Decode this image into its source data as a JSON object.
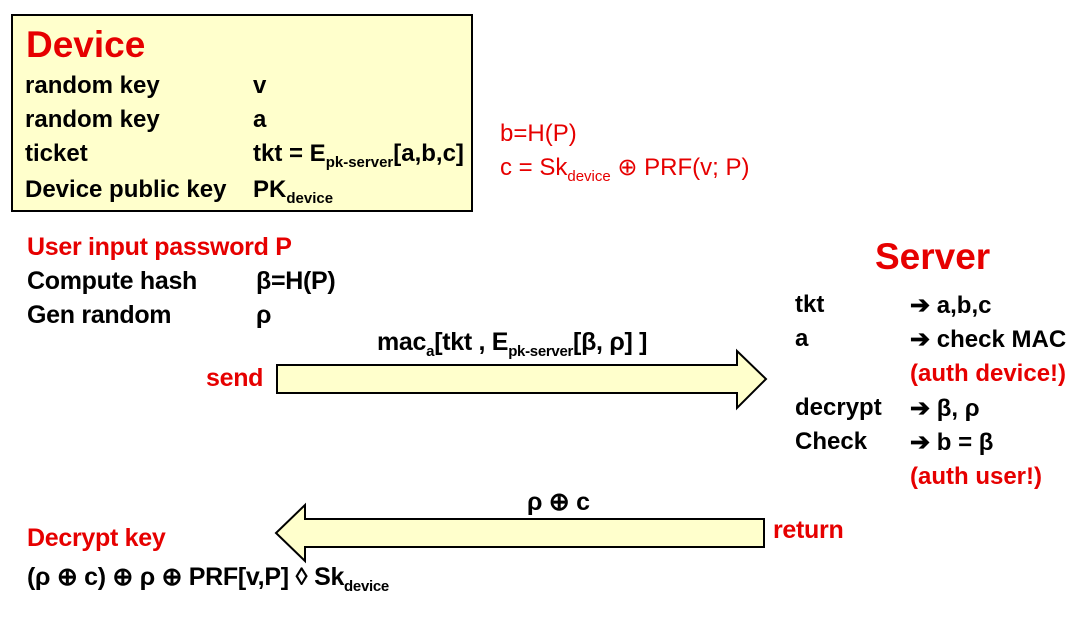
{
  "device": {
    "title": "Device",
    "rows": [
      {
        "label": "random key",
        "value": "v"
      },
      {
        "label": "random key",
        "value": "a"
      },
      {
        "label": "ticket",
        "value_main": "tkt = E",
        "value_sub": "pk-server",
        "value_tail": "[a,b,c]"
      },
      {
        "label": "Device public key",
        "value_main": "PK",
        "value_sub": "device"
      }
    ]
  },
  "derivation": {
    "b_line": "b=H(P)",
    "c_main": "c = Sk",
    "c_sub": "device",
    "c_tail": " ⊕ PRF(v; P)"
  },
  "client": {
    "password_label": "User input password P",
    "hash_label": "Compute hash",
    "hash_value": "β=H(P)",
    "random_label": "Gen random",
    "random_value": "ρ",
    "send_label": "send",
    "decrypt_title": "Decrypt key",
    "decrypt_main": "(ρ ⊕ c) ⊕ ρ ⊕ PRF[v,P] ◊ Sk",
    "decrypt_sub": "device"
  },
  "message": {
    "mac_main": "mac",
    "mac_sub1": "a",
    "mac_mid": "[tkt , E",
    "mac_sub2": "pk-server",
    "mac_tail": "[β, ρ] ]",
    "return_msg": "ρ ⊕ c",
    "return_label": "return"
  },
  "server": {
    "title": "Server",
    "rows": [
      {
        "label": "tkt",
        "action": "➔ a,b,c"
      },
      {
        "label": "a",
        "action": "➔ check MAC"
      },
      {
        "label": "",
        "note": "(auth device!)"
      },
      {
        "label": "decrypt",
        "action": "➔ β, ρ"
      },
      {
        "label": "Check",
        "action": "➔ b = β"
      },
      {
        "label": "",
        "note": "(auth user!)"
      }
    ]
  },
  "colors": {
    "accent_red": "#e60000",
    "box_fill": "#ffffcc"
  }
}
